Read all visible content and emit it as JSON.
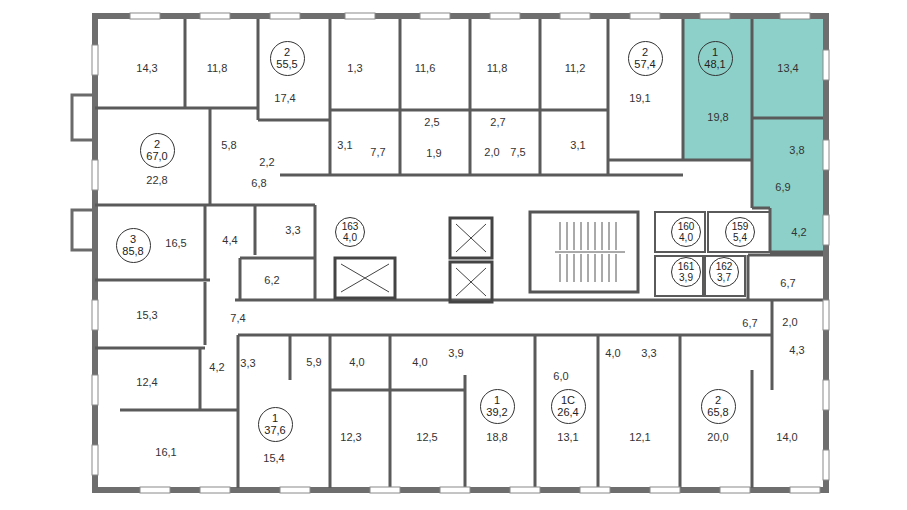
{
  "diagram": {
    "nodes": [
      {
        "text": [
          "2",
          "55,5"
        ]
      },
      {
        "text": [
          "2",
          "57,4"
        ]
      },
      {
        "text": [
          "1",
          "48,1"
        ]
      },
      {
        "text": [
          "2",
          "67,0"
        ]
      },
      {
        "text": [
          "3",
          "85,8"
        ]
      },
      {
        "text": [
          "163",
          "4,0"
        ]
      },
      {
        "text": [
          "160",
          "4,0"
        ]
      },
      {
        "text": [
          "159",
          "5,4"
        ]
      },
      {
        "text": [
          "161",
          "3,9"
        ]
      },
      {
        "text": [
          "162",
          "3,7"
        ]
      },
      {
        "text": [
          "1",
          "39,2"
        ]
      },
      {
        "text": [
          "1С",
          "26,4"
        ]
      },
      {
        "text": [
          "2",
          "65,8"
        ]
      },
      {
        "text": [
          "1",
          "37,6"
        ]
      }
    ],
    "labels": [
      "14,3",
      "11,8",
      "1,3",
      "11,6",
      "11,8",
      "11,2",
      "13,4",
      "17,4",
      "19,1",
      "19,8",
      "2,5",
      "2,7",
      "5,8",
      "3,1",
      "3,1",
      "3,8",
      "7,7",
      "1,9",
      "2,0",
      "7,5",
      "22,8",
      "2,2",
      "6,8",
      "6,9",
      "3,3",
      "4,2",
      "4,4",
      "16,5",
      "6,2",
      "6,7",
      "15,3",
      "7,4",
      "2,0",
      "6,7",
      "4,3",
      "3,9",
      "4,0",
      "3,3",
      "4,0",
      "4,0",
      "5,9",
      "3,3",
      "4,2",
      "6,0",
      "12,4",
      "12,3",
      "12,5",
      "18,8",
      "13,1",
      "12,1",
      "20,0",
      "14,0",
      "16,1",
      "15,4"
    ]
  }
}
